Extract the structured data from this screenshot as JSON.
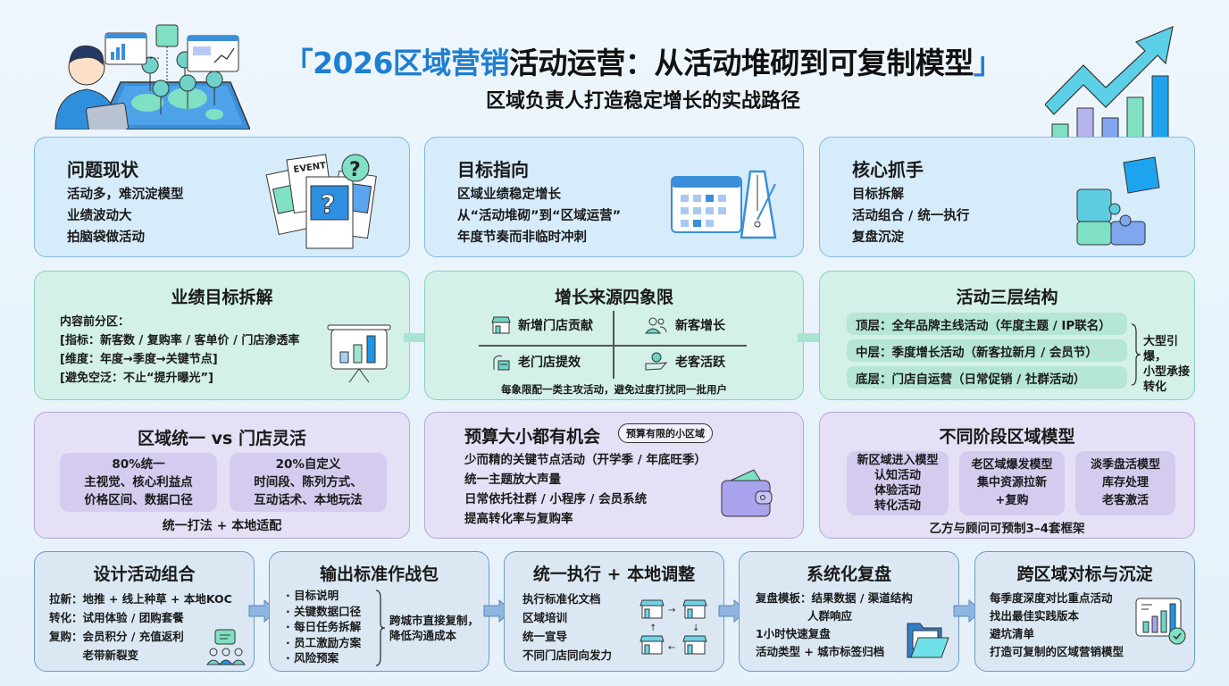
{
  "header": {
    "title_open": "「",
    "title_accent": "2026区域营销",
    "title_rest": "活动运营：从活动堆砌到可复制模型",
    "title_close": "」",
    "subtitle": "区域负责人打造稳定增长的实战路径"
  },
  "illustrations": {
    "left": "person-with-tablet-and-map-icon",
    "right": "growth-chart-arrow-icon"
  },
  "row1": [
    {
      "title": "问题现状",
      "lines": [
        "活动多，难沉淀模型",
        "业绩波动大",
        "拍脑袋做活动"
      ],
      "icon": "event-flyers-question-icon",
      "icon_text": "EVENT"
    },
    {
      "title": "目标指向",
      "lines": [
        "区域业绩稳定增长",
        "从“活动堆砌”到“区域运营”",
        "年度节奏而非临时冲刺"
      ],
      "icon": "calendar-metronome-icon"
    },
    {
      "title": "核心抓手",
      "lines": [
        "目标拆解",
        "活动组合 / 统一执行",
        "复盘沉淀"
      ],
      "icon": "puzzle-icon"
    }
  ],
  "row2": {
    "breakdown": {
      "title": "业绩目标拆解",
      "lines": [
        "内容前分区：",
        "[指标：新客数 / 复购率 / 客单价 / 门店渗透率",
        "[维度：年度→季度→关键节点]",
        "[避免空泛：不止“提升曝光”]"
      ],
      "icon": "presentation-bar-chart-icon"
    },
    "quadrant": {
      "title": "增长来源四象限",
      "cells": [
        {
          "label": "新增门店贡献",
          "icon": "storefront-icon"
        },
        {
          "label": "新客增长",
          "icon": "users-icon"
        },
        {
          "label": "老门店提效",
          "icon": "store-efficiency-icon"
        },
        {
          "label": "老客活跃",
          "icon": "hand-coin-icon"
        }
      ],
      "note": "每象限配一类主攻活动，避免过度打扰同一批用户"
    },
    "layers": {
      "title": "活动三层结构",
      "items": [
        "顶层：全年品牌主线活动（年度主题 / IP联名）",
        "中层：季度增长活动（新客拉新月 / 会员节）",
        "底层：门店自运营（日常促销 / 社群活动）"
      ],
      "brace_note": [
        "大型引爆，",
        "小型承接",
        "转化"
      ]
    }
  },
  "row3": {
    "unify": {
      "title": "区域统一 vs 门店灵活",
      "left": [
        "80%统一",
        "主视觉、核心利益点",
        "价格区间、数据口径"
      ],
      "right": [
        "20%自定义",
        "时间段、陈列方式、",
        "互动话术、本地玩法"
      ],
      "footer": "统一打法 + 本地适配"
    },
    "budget": {
      "title": "预算大小都有机会",
      "bubble": "预算有限的小区域",
      "lines": [
        "少而精的关键节点活动（开学季 / 年底旺季）",
        "统一主题放大声量",
        "日常依托社群 / 小程序 / 会员系统",
        "提高转化率与复购率"
      ],
      "icon": "wallet-icon"
    },
    "stages": {
      "title": "不同阶段区域模型",
      "models": [
        [
          "新区域进入模型",
          "认知活动",
          "体验活动",
          "转化活动"
        ],
        [
          "老区域爆发模型",
          "集中资源拉新",
          "+复购"
        ],
        [
          "淡季盘活模型",
          "库存处理",
          "老客激活"
        ]
      ],
      "footer": "乙方与顾问可预制3–4套框架"
    }
  },
  "row4": [
    {
      "title": "设计活动组合",
      "lines": [
        "拉新：地推 + 线上种草 + 本地KOC",
        "转化：试用体验 / 团购套餐",
        "复购：会员积分 / 充值返利",
        "　　　老带新裂变"
      ],
      "icon": "group-chat-icon"
    },
    {
      "title": "输出标准作战包",
      "bullets": [
        "目标说明",
        "关键数据口径",
        "每日任务拆解",
        "员工激励方案",
        "风险预案"
      ],
      "brace_note": [
        "跨城市直接复制，",
        "降低沟通成本"
      ]
    },
    {
      "title": "统一执行 + 本地调整",
      "lines": [
        "执行标准化文档",
        "区域培训",
        "统一宣导",
        "不同门店同向发力"
      ],
      "icon": "store-cycle-icon"
    },
    {
      "title": "系统化复盘",
      "lines": [
        "复盘模板：结果数据 / 渠道结构",
        "人群响应",
        "1小时快速复盘",
        "活动类型 + 城市标签归档"
      ],
      "icon": "folder-icon"
    },
    {
      "title": "跨区域对标与沉淀",
      "lines": [
        "每季度深度对比重点活动",
        "找出最佳实践版本",
        "避坑清单",
        "打造可复制的区域营销模型"
      ],
      "icon": "report-check-icon"
    }
  ],
  "colors": {
    "accent_blue": "#1f7fd0",
    "blue_card": "#d6ecfb",
    "mint_card": "#d3f1e8",
    "lavender_card": "#e6e0f6",
    "slate_card": "#dbe8f4",
    "arrow_blue": "#8fb6e0",
    "arrow_mint": "#9fdfcc"
  }
}
